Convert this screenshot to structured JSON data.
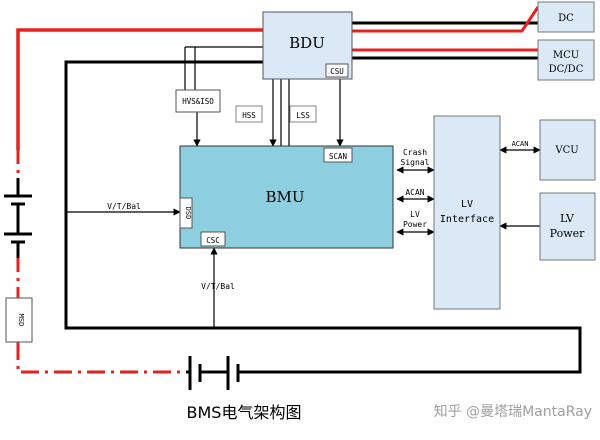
{
  "blocks": {
    "bdu": "BDU",
    "csu": "CSU",
    "bmu": "BMU",
    "scan": "SCAN",
    "csc": "CSC",
    "dsd": "DSD",
    "hvs_iso": "HVS&ISO",
    "hss": "HSS",
    "lss": "LSS",
    "lv_interface_line1": "LV",
    "lv_interface_line2": "Interface",
    "vcu": "VCU",
    "lv_power_line1": "LV",
    "lv_power_line2": "Power",
    "dc": "DC",
    "mcu_line1": "MCU",
    "mcu_line2": "DC/DC",
    "msd": "MSD"
  },
  "labels": {
    "crash_line1": "Crash",
    "crash_line2": "Signal",
    "acan_left": "ACAN",
    "lv_power_bus_line1": "LV",
    "lv_power_bus_line2": "Power",
    "acan_top": "ACAN",
    "vtbal_left": "V/T/Bal",
    "vtbal_bottom": "V/T/Bal"
  },
  "caption": "BMS电气架构图",
  "watermark": "知乎 @曼塔瑞MantaRay",
  "colors": {
    "bmu_fill": "#8ecfdf",
    "panel_fill": "#dbe9f6",
    "hv_red": "#e52222",
    "line_black": "#000000"
  }
}
